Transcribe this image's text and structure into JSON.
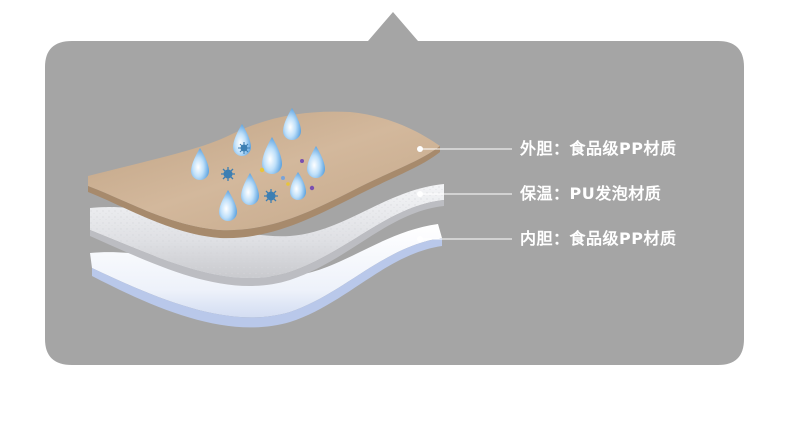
{
  "layers": [
    {
      "id": "outer",
      "text": "外胆：食品级PP材质"
    },
    {
      "id": "insulation",
      "text": "保温：PU发泡材质"
    },
    {
      "id": "inner",
      "text": "内胆：食品级PP材质"
    }
  ],
  "colors": {
    "panel": "#a5a5a5",
    "outer_layer": "#c9ac8e",
    "foam_layer": "#e6e7ea",
    "inner_layer": "#f1f4fb",
    "droplet": "#8fc3f0",
    "text": "#ffffff"
  }
}
